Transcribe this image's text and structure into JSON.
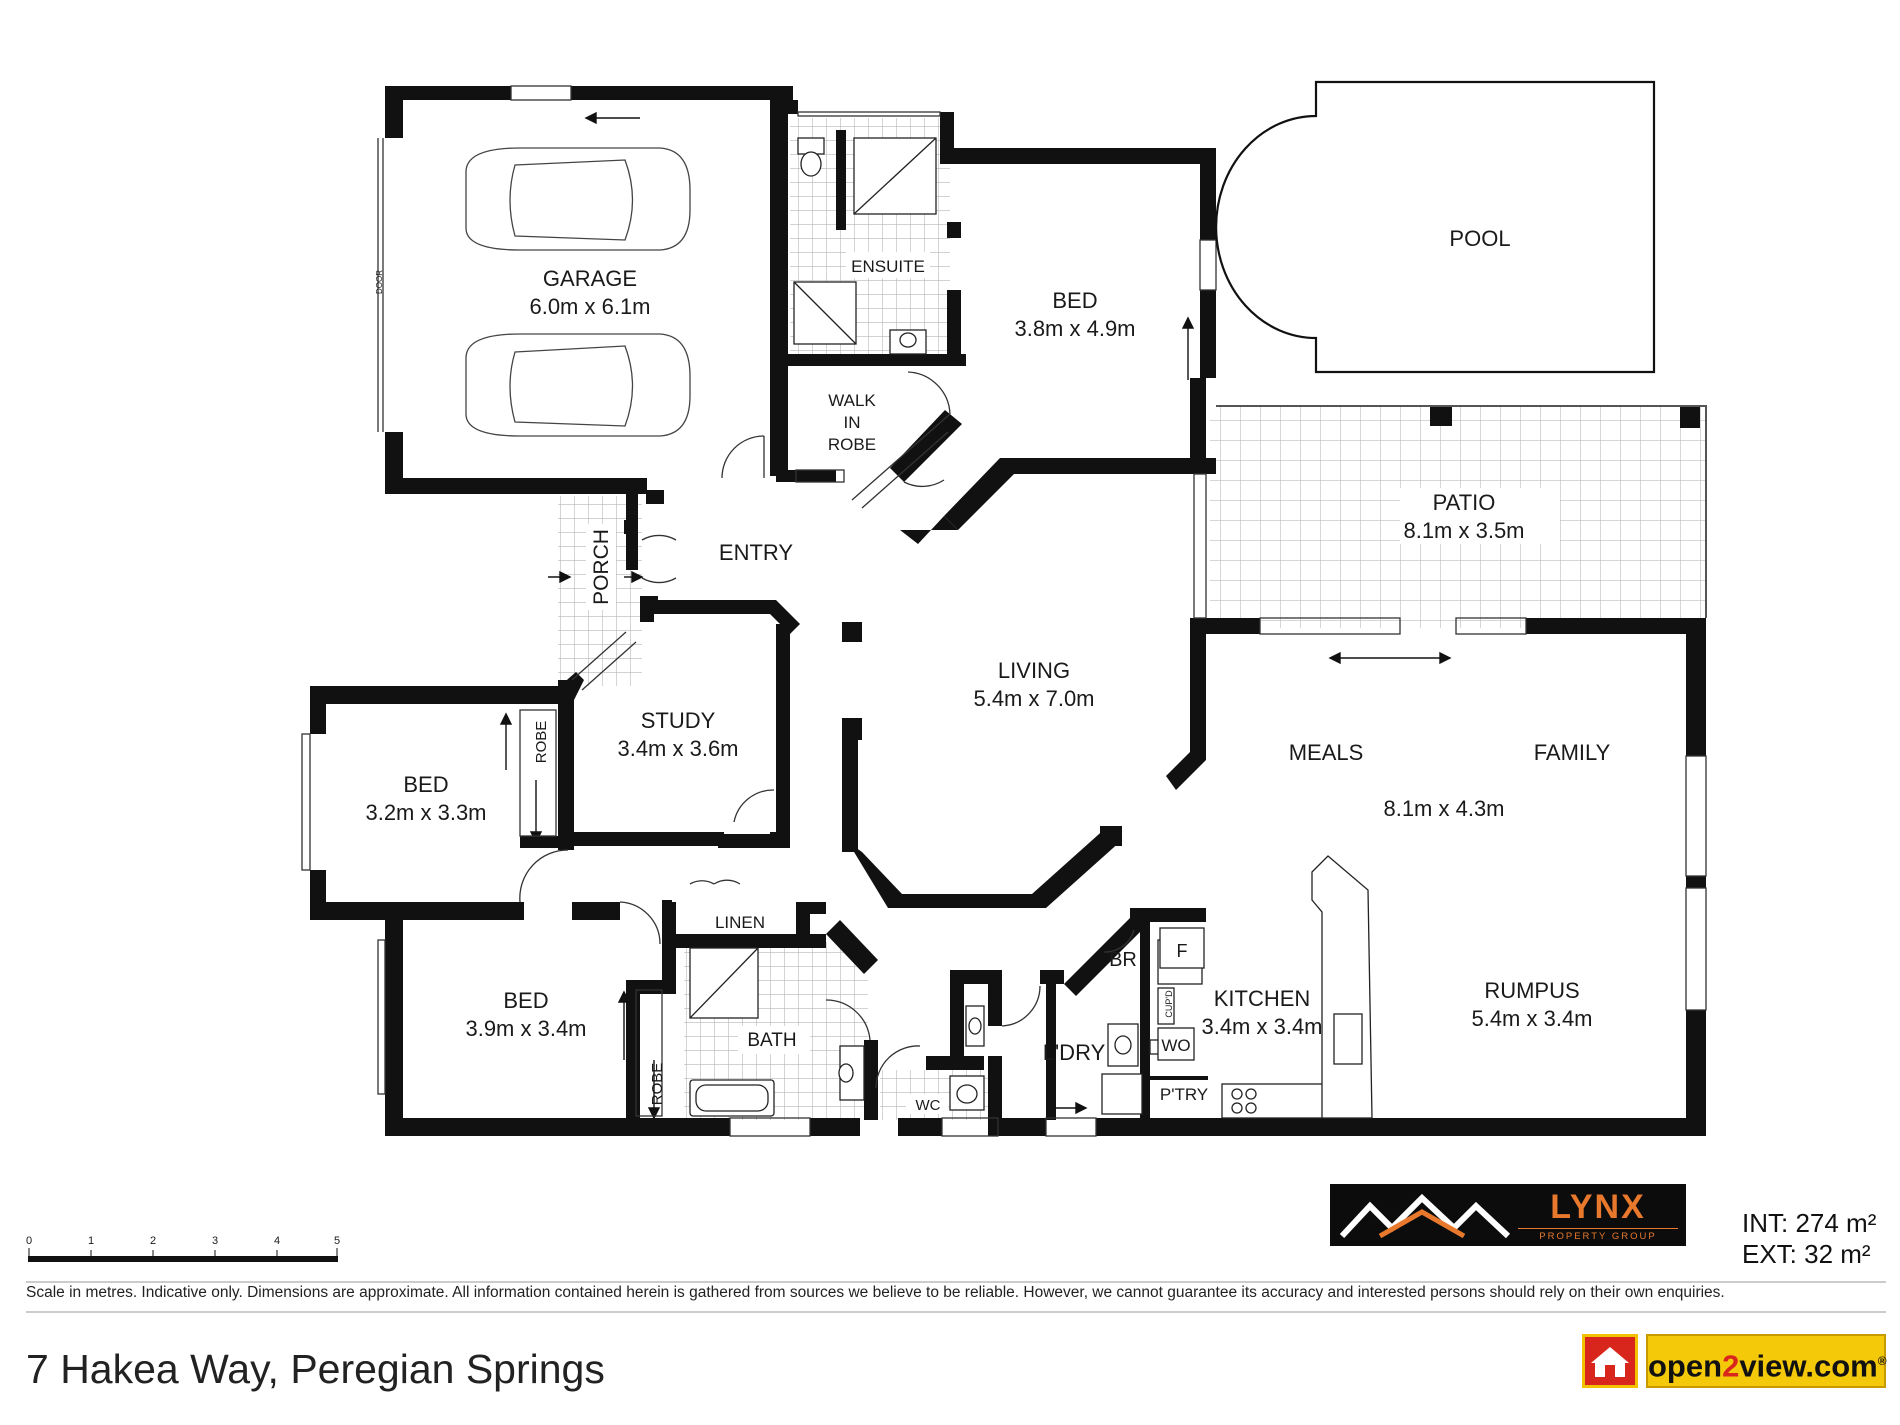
{
  "rooms": {
    "garage": {
      "name": "GARAGE",
      "dims": "6.0m x 6.1m"
    },
    "ensuite": {
      "name": "ENSUITE"
    },
    "master_bed": {
      "name": "BED",
      "dims": "3.8m x 4.9m"
    },
    "pool": {
      "name": "POOL"
    },
    "walk_in_robe": {
      "line1": "WALK",
      "line2": "IN",
      "line3": "ROBE"
    },
    "entry": {
      "name": "ENTRY"
    },
    "porch": {
      "name": "PORCH"
    },
    "patio": {
      "name": "PATIO",
      "dims": "8.1m x 3.5m"
    },
    "living": {
      "name": "LIVING",
      "dims": "5.4m x 7.0m"
    },
    "study": {
      "name": "STUDY",
      "dims": "3.4m x 3.6m"
    },
    "bed2": {
      "name": "BED",
      "dims": "3.2m x 3.3m"
    },
    "robe_upper": {
      "name": "ROBE"
    },
    "meals": {
      "name": "MEALS"
    },
    "family": {
      "name": "FAMILY"
    },
    "meals_family": {
      "dims": "8.1m x 4.3m"
    },
    "linen": {
      "name": "LINEN"
    },
    "br": {
      "name": "BR"
    },
    "fridge": {
      "name": "F"
    },
    "kitchen": {
      "name": "KITCHEN",
      "dims": "3.4m x 3.4m"
    },
    "cupd": {
      "name": "CUP'D"
    },
    "wo": {
      "name": "WO"
    },
    "ptry": {
      "name": "P'TRY"
    },
    "rumpus": {
      "name": "RUMPUS",
      "dims": "5.4m x 3.4m"
    },
    "bed3": {
      "name": "BED",
      "dims": "3.9m x 3.4m"
    },
    "robe_lower": {
      "name": "ROBE"
    },
    "bath": {
      "name": "BATH"
    },
    "wc": {
      "name": "WC"
    },
    "laundry": {
      "name": "L'DRY"
    },
    "garage_door": {
      "name": "DOOR"
    }
  },
  "scale": {
    "ticks": [
      "0",
      "1",
      "2",
      "3",
      "4",
      "5"
    ]
  },
  "branding": {
    "lynx_word": "LYNX",
    "lynx_sub": "PROPERTY GROUP",
    "open2view_pre": "open",
    "open2view_mid": "2",
    "open2view_post": "view.com",
    "open2view_mark": "®"
  },
  "areas": {
    "int": "INT: 274 m²",
    "ext": "EXT: 32 m²"
  },
  "disclaimer": "Scale in metres. Indicative only. Dimensions are approximate. All information contained herein is gathered from sources we believe to be reliable. However, we cannot guarantee its accuracy and interested persons should rely on their own enquiries.",
  "address": "7 Hakea Way, Peregian Springs",
  "colors": {
    "wall": "#111111",
    "tile": "#c8c8c8",
    "lynx_accent": "#e8792c",
    "open2view_bg": "#f4c90a",
    "open2view_red": "#d9261c"
  }
}
